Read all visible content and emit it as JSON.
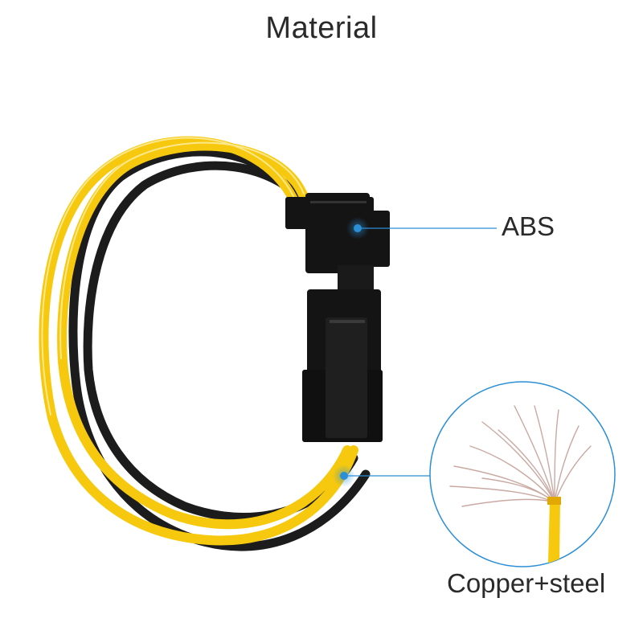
{
  "title": "Material",
  "callouts": {
    "connector": {
      "label": "ABS"
    },
    "wire": {
      "label": "Copper+steel"
    }
  },
  "colors": {
    "wire_yellow": "#f6c90e",
    "wire_black": "#1c1c1c",
    "connector": "#141414",
    "callout_blue": "#2b8fd6",
    "strand": "#c9a9a2"
  }
}
